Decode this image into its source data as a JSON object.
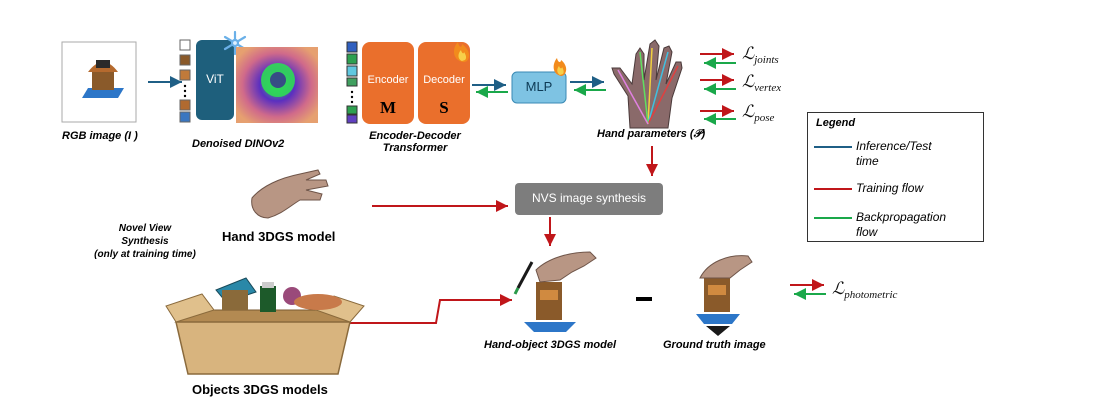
{
  "labels": {
    "rgb_image": "RGB image (Ι )",
    "dino": "Denoised DINOv2",
    "transformer_line1": "Encoder-Decoder",
    "transformer_line2": "Transformer",
    "hand_params": "Hand parameters (𝒫)",
    "novel_line1": "Novel View",
    "novel_line2": "Synthesis",
    "novel_line3": "(only at training time)",
    "hand_3dgs": "Hand 3DGS model",
    "objects_3dgs": "Objects 3DGS models",
    "hand_object": "Hand-object 3DGS model",
    "ground_truth": "Ground truth image"
  },
  "blocks": {
    "vit": "ViT",
    "encoder": "Encoder",
    "encoder_tag": "M",
    "decoder": "Decoder",
    "decoder_tag": "S",
    "mlp": "MLP",
    "nvs": "NVS image synthesis"
  },
  "minus": "-",
  "losses": {
    "L": "ℒ",
    "joints": "joints",
    "vertex": "vertex",
    "pose": "pose",
    "photometric": "photometric"
  },
  "legend": {
    "title": "Legend",
    "inference_line1": "Inference/Test",
    "inference_line2": "time",
    "training": "Training flow",
    "backprop_line1": "Backpropagation",
    "backprop_line2": "flow"
  },
  "colors": {
    "inference": "#1f5f86",
    "training": "#c0161a",
    "backprop": "#1aa84a",
    "encoder_decoder": "#ea6f2c",
    "vit": "#1e5f7c",
    "mlp": "#7ec3e3",
    "nvs": "#7d7d7d"
  }
}
